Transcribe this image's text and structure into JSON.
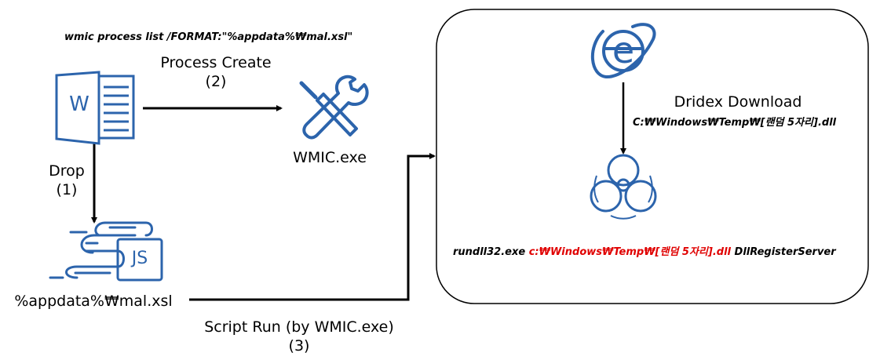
{
  "wmic_command": "wmic process list /FORMAT:\"%appdata%₩mal.xsl\"",
  "process_create": {
    "label": "Process Create",
    "step": "(2)"
  },
  "wmic_exe": "WMIC.exe",
  "drop": {
    "label": "Drop",
    "step": "(1)"
  },
  "xsl_file": "%appdata%₩mal.xsl",
  "script_run": {
    "label": "Script Run (by WMIC.exe)",
    "step": "(3)"
  },
  "word_icon_letter": "W",
  "js_icon_label": "JS",
  "dridex_download": {
    "label": "Dridex Download",
    "path": "C:₩Windows₩Temp₩[랜덤 5자리].dll"
  },
  "rundll": {
    "prefix": "rundll32.exe ",
    "path": "c:₩Windows₩Temp₩[랜덤 5자리].dll",
    "suffix": " DllRegisterServer"
  },
  "colors": {
    "icon_blue": "#2c64ac",
    "highlight_red": "#e00000",
    "line": "#000000"
  }
}
